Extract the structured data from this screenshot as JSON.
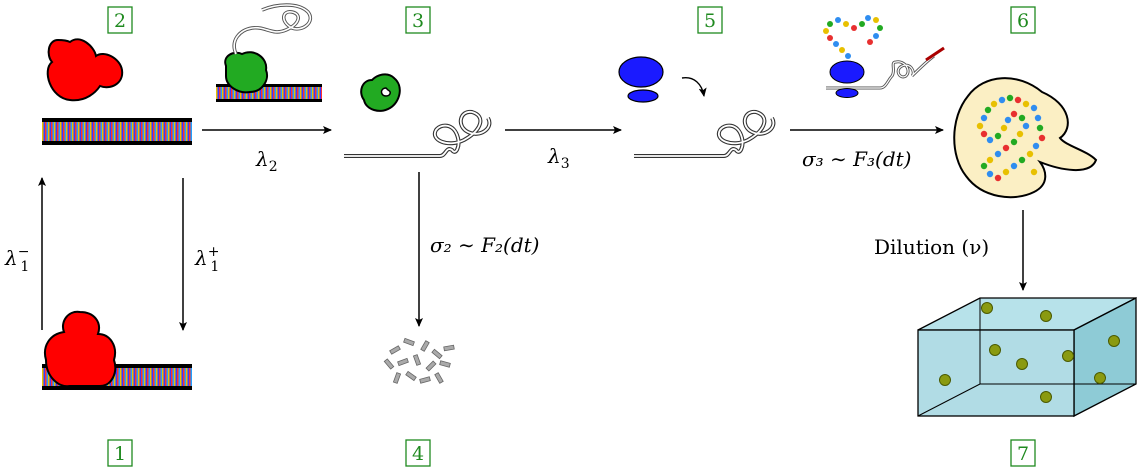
{
  "stages": [
    {
      "id": "1",
      "label": "1"
    },
    {
      "id": "2",
      "label": "2"
    },
    {
      "id": "3",
      "label": "3"
    },
    {
      "id": "4",
      "label": "4"
    },
    {
      "id": "5",
      "label": "5"
    },
    {
      "id": "6",
      "label": "6"
    },
    {
      "id": "7",
      "label": "7"
    }
  ],
  "transitions": {
    "lambda2": {
      "sym": "λ",
      "sub": "2",
      "sup": ""
    },
    "lambda3": {
      "sym": "λ",
      "sub": "3",
      "sup": ""
    },
    "lambda1_minus": {
      "sym": "λ",
      "sub": "1",
      "sup": "−"
    },
    "lambda1_plus": {
      "sym": "λ",
      "sub": "1",
      "sup": "+"
    },
    "sigma2": {
      "text": "σ₂ ∼ F₂(dt)"
    },
    "sigma3": {
      "text": "σ₃ ∼ F₃(dt)"
    },
    "dilution": {
      "text": "Dilution (ν)"
    }
  },
  "colors": {
    "box": "#1f8a1f",
    "rnap": "#ff0000",
    "rnase": "#22aa22",
    "ribosome": "#1a1aff",
    "cell": "#fbefc4",
    "volume": "#9fd3dc",
    "protein_bead": "#8a9a10",
    "fragments": "#aaaaaa"
  }
}
